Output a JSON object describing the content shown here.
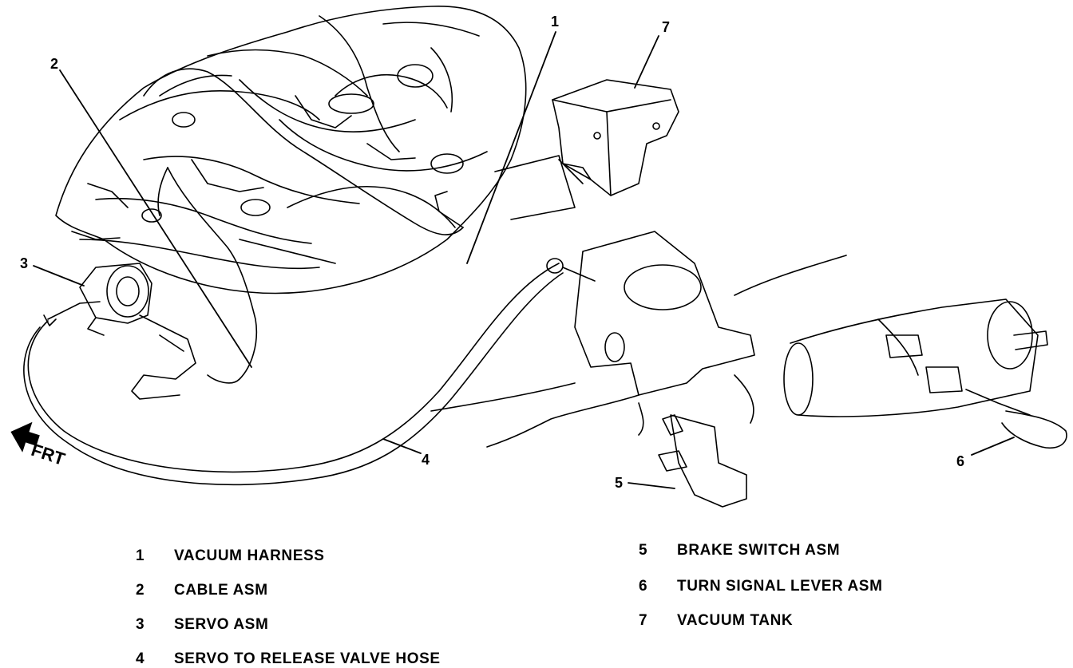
{
  "orientation": {
    "label": "FRT"
  },
  "callouts": [
    "1",
    "2",
    "3",
    "4",
    "5",
    "6",
    "7"
  ],
  "legend": {
    "left": [
      {
        "num": "1",
        "text": "VACUUM HARNESS"
      },
      {
        "num": "2",
        "text": "CABLE ASM"
      },
      {
        "num": "3",
        "text": "SERVO ASM"
      },
      {
        "num": "4",
        "text": "SERVO TO RELEASE VALVE HOSE"
      }
    ],
    "right": [
      {
        "num": "5",
        "text": "BRAKE SWITCH ASM"
      },
      {
        "num": "6",
        "text": "TURN SIGNAL LEVER ASM"
      },
      {
        "num": "7",
        "text": "VACUUM TANK"
      }
    ]
  }
}
